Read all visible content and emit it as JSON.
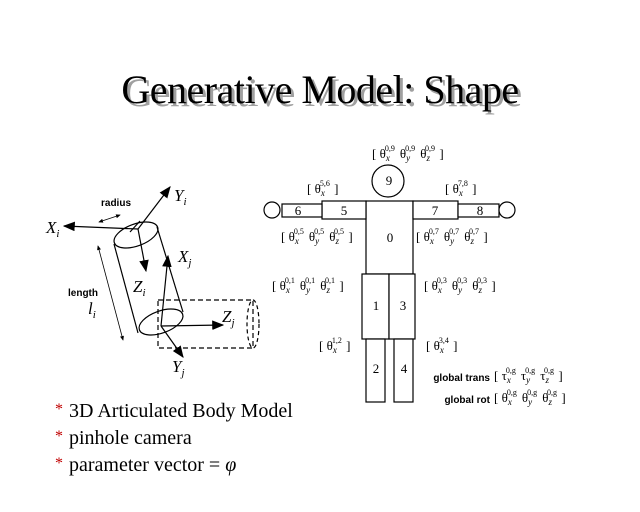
{
  "title": "Generative Model: Shape",
  "bullets": [
    {
      "marker": "*",
      "text": "3D Articulated Body Model"
    },
    {
      "marker": "*",
      "text": "pinhole camera"
    },
    {
      "marker": "*",
      "text": "parameter vector = ",
      "symbol": "φ"
    }
  ],
  "cylinder_diagram": {
    "labels": {
      "xi": "X",
      "xi_sub": "i",
      "yi": "Y",
      "yi_sub": "i",
      "zi": "Z",
      "zi_sub": "i",
      "xj": "X",
      "xj_sub": "j",
      "yj": "Y",
      "yj_sub": "j",
      "zj": "Z",
      "zj_sub": "j",
      "radius": "radius",
      "length": "length",
      "li": "l",
      "li_sub": "i"
    }
  },
  "body_diagram": {
    "parts": [
      "9",
      "6",
      "5",
      "7",
      "8",
      "0",
      "1",
      "3",
      "2",
      "4"
    ],
    "param_groups": [
      {
        "sym": "θ",
        "sups": [
          "0,9",
          "0,9",
          "0,9"
        ],
        "axes": [
          "x",
          "y",
          "z"
        ]
      },
      {
        "sym": "θ",
        "sups": [
          "5,6"
        ],
        "axes": [
          "x"
        ]
      },
      {
        "sym": "θ",
        "sups": [
          "7,8"
        ],
        "axes": [
          "x"
        ]
      },
      {
        "sym": "θ",
        "sups": [
          "0,5",
          "0,5",
          "0,5"
        ],
        "axes": [
          "x",
          "y",
          "z"
        ]
      },
      {
        "sym": "θ",
        "sups": [
          "0,7",
          "0,7",
          "0,7"
        ],
        "axes": [
          "x",
          "y",
          "z"
        ]
      },
      {
        "sym": "θ",
        "sups": [
          "0,1",
          "0,1",
          "0,1"
        ],
        "axes": [
          "x",
          "y",
          "z"
        ]
      },
      {
        "sym": "θ",
        "sups": [
          "0,3",
          "0,3",
          "0,3"
        ],
        "axes": [
          "x",
          "y",
          "z"
        ]
      },
      {
        "sym": "θ",
        "sups": [
          "1,2"
        ],
        "axes": [
          "x"
        ]
      },
      {
        "sym": "θ",
        "sups": [
          "3,4"
        ],
        "axes": [
          "x"
        ]
      },
      {
        "sym": "τ",
        "sups": [
          "0,g",
          "0,g",
          "0,g"
        ],
        "axes": [
          "x",
          "y",
          "z"
        ]
      },
      {
        "sym": "θ",
        "sups": [
          "0,g",
          "0,g",
          "0,g"
        ],
        "axes": [
          "x",
          "y",
          "z"
        ]
      }
    ],
    "global_trans_label": "global trans",
    "global_rot_label": "global rot"
  },
  "colors": {
    "bullet_marker": "#c00000",
    "title_shadow": "#a0a0a0"
  }
}
